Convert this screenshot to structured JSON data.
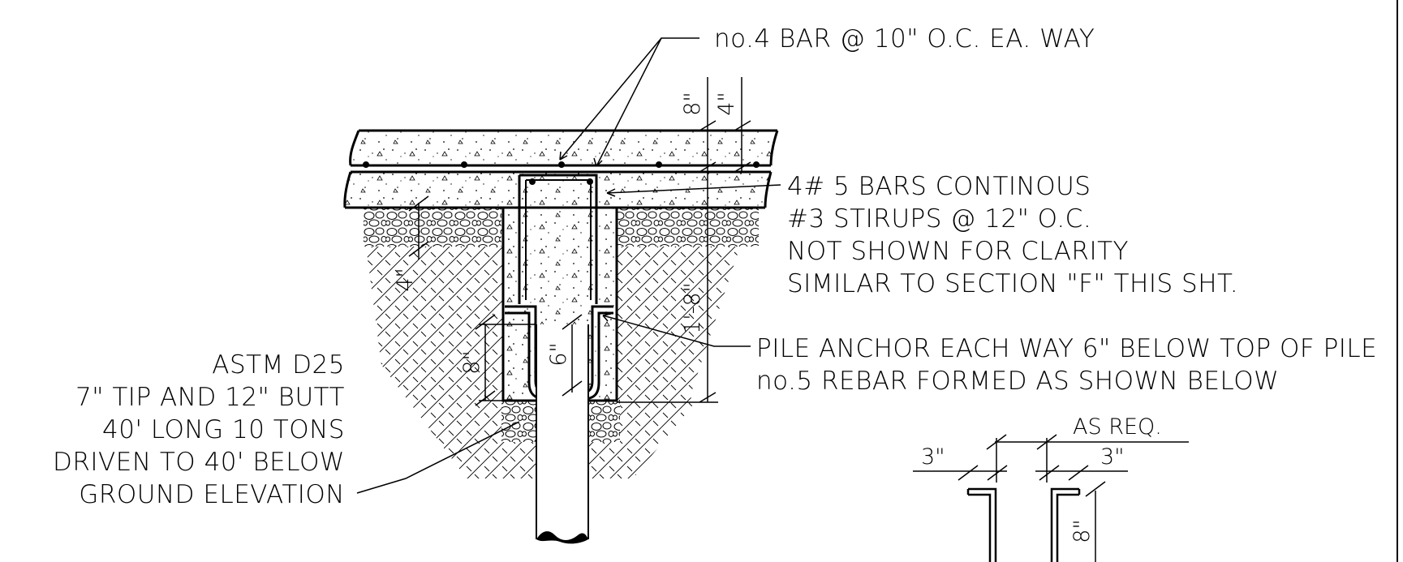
{
  "callouts": {
    "top_bar": "no.4 BAR @ 10\" O.C. EA. WAY",
    "bars_line1": "4# 5 BARS CONTINOUS",
    "bars_line2": "#3 STIRUPS @ 12\" O.C.",
    "bars_line3": "NOT SHOWN FOR CLARITY",
    "bars_line4": "SIMILAR TO SECTION \"F\" THIS SHT.",
    "anchor_line1": "PILE ANCHOR EACH WAY 6\" BELOW TOP OF PILE",
    "anchor_line2": "no.5 REBAR FORMED AS SHOWN BELOW",
    "pile_line1": "ASTM D25",
    "pile_line2": "7\" TIP AND 12\" BUTT",
    "pile_line3": "40' LONG 10 TONS",
    "pile_line4": "DRIVEN TO 40' BELOW",
    "pile_line5": "GROUND ELEVATION"
  },
  "dimensions": {
    "slab_thickness": "8\"",
    "top_cover": "4\"",
    "side_depth": "4\"",
    "beam_depth": "1'-8\"",
    "pile_embed": "8\"",
    "anchor_drop": "6\"",
    "detail_width": "AS REQ.",
    "detail_left_hook": "3\"",
    "detail_right_hook": "3\"",
    "detail_leg": "8\""
  }
}
